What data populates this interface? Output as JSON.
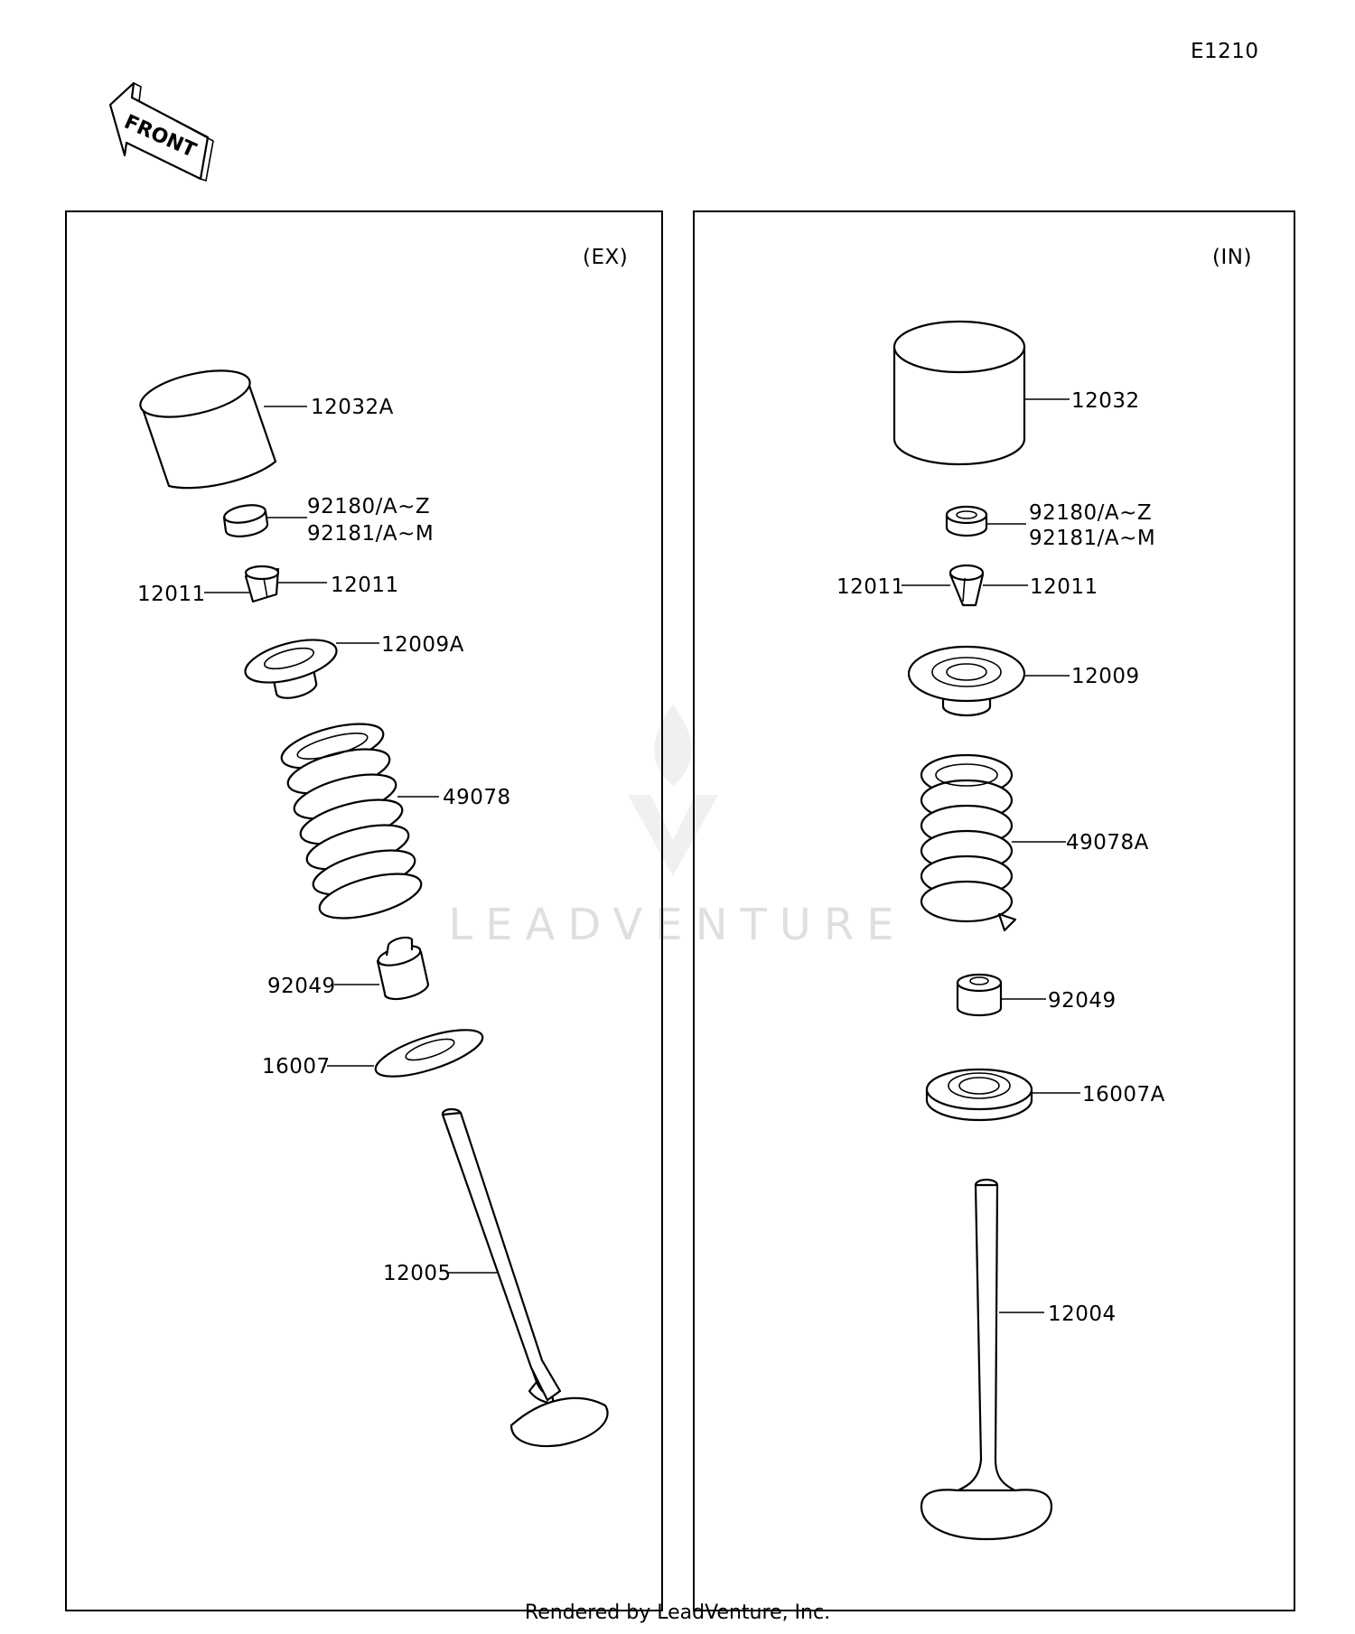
{
  "diagram_code": "E1210",
  "front_arrow_label": "FRONT",
  "watermark": "LEADVENTURE",
  "footer": "Rendered by LeadVenture, Inc.",
  "panels": [
    {
      "id": "ex",
      "title": "(EX)",
      "parts": {
        "lifter": "12032A",
        "shim_a": "92180/A~Z",
        "shim_b": "92181/A~M",
        "cotter_left": "12011",
        "cotter_right": "12011",
        "retainer": "12009A",
        "spring": "49078",
        "seal": "92049",
        "seat": "16007",
        "valve": "12005"
      }
    },
    {
      "id": "in",
      "title": "(IN)",
      "parts": {
        "lifter": "12032",
        "shim_a": "92180/A~Z",
        "shim_b": "92181/A~M",
        "cotter_left": "12011",
        "cotter_right": "12011",
        "retainer": "12009",
        "spring": "49078A",
        "seal": "92049",
        "seat": "16007A",
        "valve": "12004"
      }
    }
  ]
}
